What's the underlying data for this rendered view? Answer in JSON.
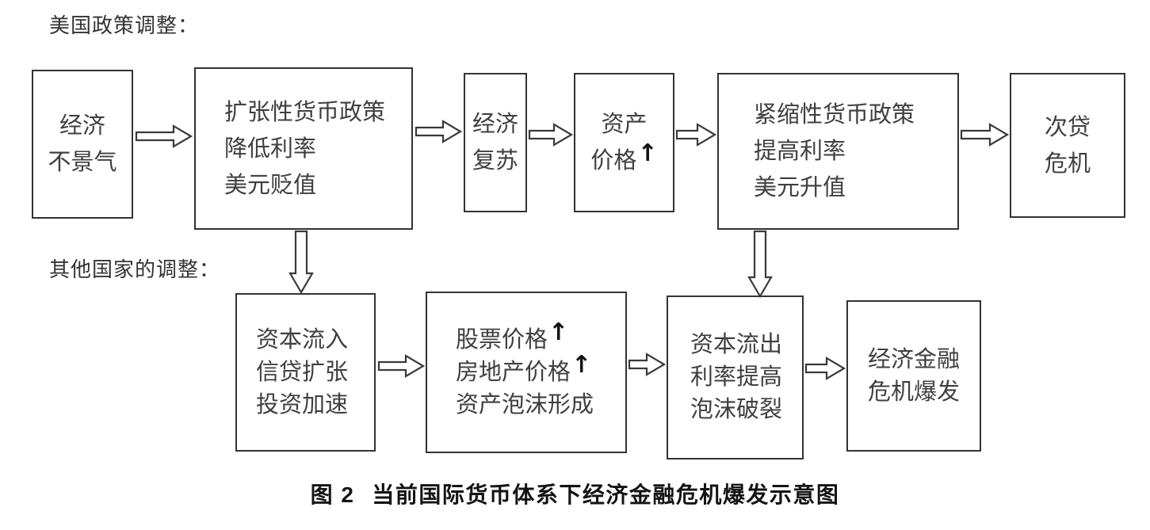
{
  "section_labels": {
    "us_policy": "美国政策调整：",
    "other_countries": "其他国家的调整："
  },
  "icons": {
    "up_arrow": "↑"
  },
  "flow_top": {
    "economic_downturn": {
      "lines": [
        "经济",
        "不景气"
      ]
    },
    "expansionary_monetary_policy": {
      "lines": [
        "扩张性货币政策",
        "降低利率",
        "美元贬值"
      ]
    },
    "economic_recovery": {
      "lines": [
        "经济",
        "复苏"
      ]
    },
    "asset_prices": {
      "lines": [
        "资产",
        "价格"
      ]
    },
    "tightening_monetary_policy": {
      "lines": [
        "紧缩性货币政策",
        "提高利率",
        "美元升值"
      ]
    },
    "subprime_crisis": {
      "lines": [
        "次贷",
        "危机"
      ]
    }
  },
  "flow_bottom": {
    "capital_inflow": {
      "lines": [
        "资本流入",
        "信贷扩张",
        "投资加速"
      ]
    },
    "asset_bubble": {
      "lines": [
        "股票价格",
        "房地产价格",
        "资产泡沫形成"
      ]
    },
    "capital_outflow": {
      "lines": [
        "资本流出",
        "利率提高",
        "泡沫破裂"
      ]
    },
    "crisis_outbreak": {
      "lines": [
        "经济金融",
        "危机爆发"
      ]
    }
  },
  "caption": {
    "figure_label": "图 2",
    "title": "当前国际货币体系下经济金融危机爆发示意图"
  },
  "colors": {
    "line": "#3a3a3a",
    "text": "#3f3f3f",
    "caption": "#141414",
    "background": "#ffffff"
  }
}
